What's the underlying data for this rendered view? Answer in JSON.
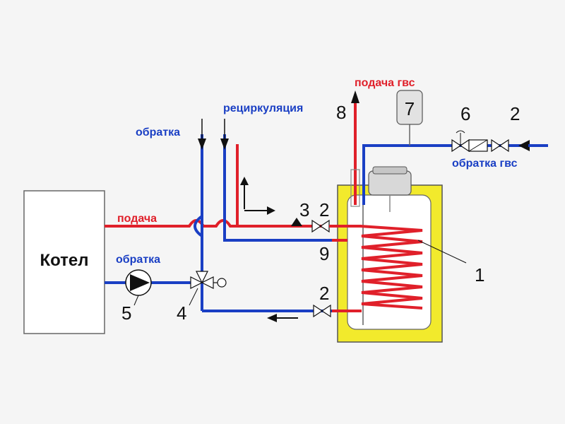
{
  "labels": {
    "boiler": "Котел",
    "supply": "подача",
    "return_top": "обратка",
    "return_pump": "обратка",
    "recirculation": "рециркуляция",
    "dhw_supply": "подача гвс",
    "dhw_return": "обратка гвс"
  },
  "numbers": {
    "n1": "1",
    "n2_inlet": "2",
    "n2_supply": "2",
    "n2_return": "2",
    "n3": "3",
    "n4": "4",
    "n5": "5",
    "n6": "6",
    "n7": "7",
    "n8": "8",
    "n9": "9"
  },
  "colors": {
    "supply_pipe": "#e0202a",
    "return_pipe": "#1a3fc4",
    "tank_jacket": "#f2ea2c",
    "tank_inner": "#ffffff",
    "coil": "#e0202a"
  }
}
